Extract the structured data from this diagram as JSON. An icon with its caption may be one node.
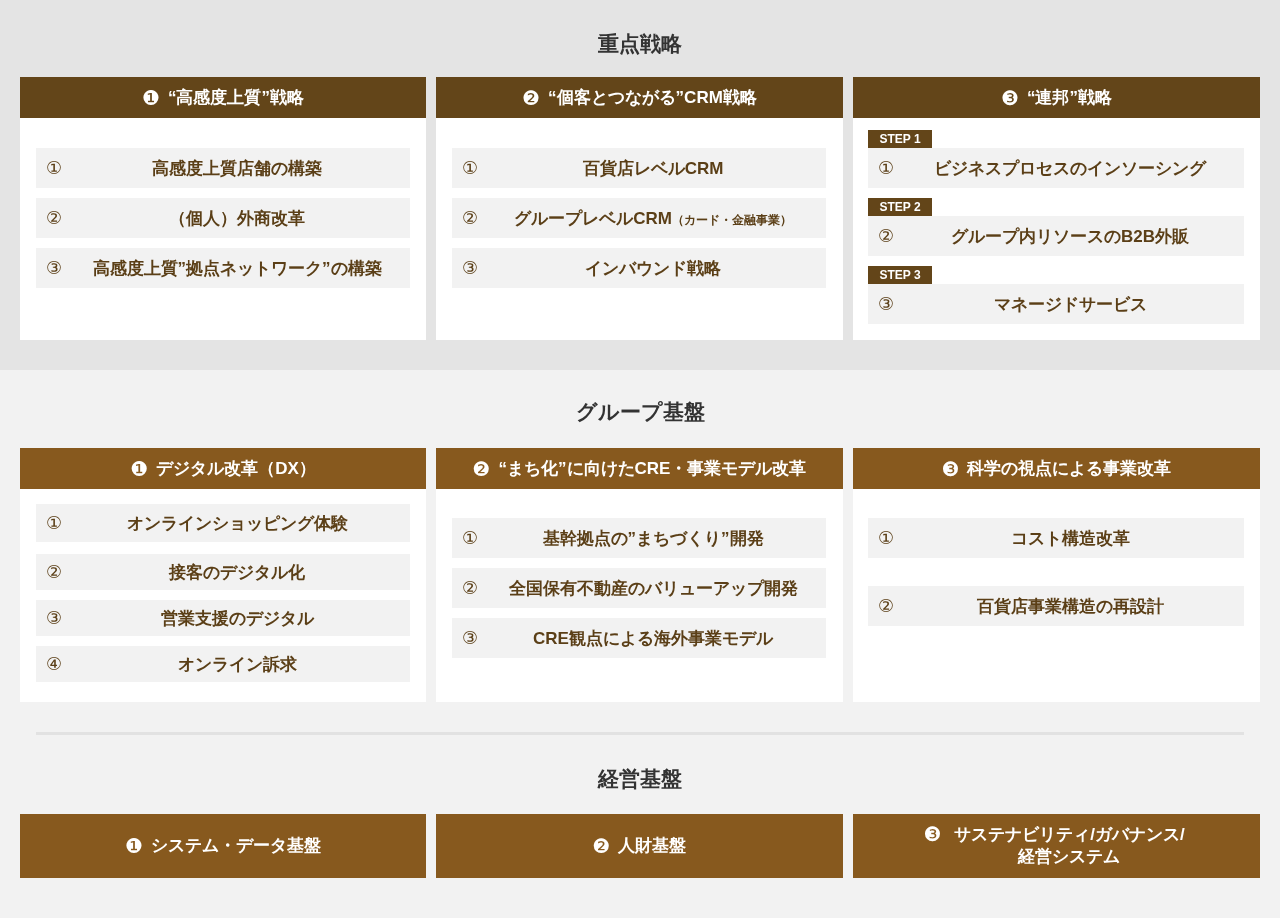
{
  "diagram": {
    "nodes": [
      {
        "text": [
          "重点戦略"
        ]
      },
      {
        "text": [
          "❶",
          "“高感度上質”戦略"
        ],
        "in": 0
      },
      {
        "text": [
          "①",
          "高感度上質店舗の構築"
        ],
        "in": 1
      },
      {
        "text": [
          "②",
          "（個人）外商改革"
        ],
        "in": 1
      },
      {
        "text": [
          "③",
          "高感度上質”拠点ネットワーク”の構築"
        ],
        "in": 1
      },
      {
        "text": [
          "❷",
          "“個客とつながる”CRM戦略"
        ],
        "in": 0
      },
      {
        "text": [
          "①",
          "百貨店レベルCRM"
        ],
        "in": 5
      },
      {
        "text": [
          "②",
          "グループレベルCRM",
          "（カード・金融事業）"
        ],
        "in": 5
      },
      {
        "text": [
          "③",
          "インバウンド戦略"
        ],
        "in": 5
      },
      {
        "text": [
          "❸",
          "“連邦”戦略"
        ],
        "in": 0
      },
      {
        "text": [
          "STEP 1"
        ],
        "in": 9
      },
      {
        "text": [
          "①",
          "ビジネスプロセスのインソーシング"
        ],
        "in": 9
      },
      {
        "text": [
          "STEP 2"
        ],
        "in": 9
      },
      {
        "text": [
          "②",
          "グループ内リソースのB2B外販"
        ],
        "in": 9
      },
      {
        "text": [
          "STEP 3"
        ],
        "in": 9
      },
      {
        "text": [
          "③",
          "マネージドサービス"
        ],
        "in": 9
      },
      {
        "text": [
          "❶",
          "デジタル改革（DX）"
        ]
      },
      {
        "text": [
          "①",
          "オンラインショッピング体験"
        ],
        "in": 16
      },
      {
        "text": [
          "②",
          "接客のデジタル化"
        ],
        "in": 16
      },
      {
        "text": [
          "③",
          "営業支援のデジタル"
        ],
        "in": 16
      },
      {
        "text": [
          "④",
          "オンライン訴求"
        ],
        "in": 16
      },
      {
        "text": [
          "❷",
          "“まち化”に向けたCRE・事業モデル改革"
        ]
      },
      {
        "text": [
          "①",
          "基幹拠点の”まちづくり”開発"
        ],
        "in": 21
      },
      {
        "text": [
          "②",
          "全国保有不動産のバリューアップ開発"
        ],
        "in": 21
      },
      {
        "text": [
          "③",
          "CRE観点による海外事業モデル"
        ],
        "in": 21
      },
      {
        "text": [
          "❸",
          "科学の視点による事業改革"
        ]
      },
      {
        "text": [
          "①",
          "コスト構造改革"
        ],
        "in": 25
      },
      {
        "text": [
          "②",
          "百貨店事業構造の再設計"
        ],
        "in": 25
      },
      {
        "text": [
          "❶",
          "システム・データ基盤"
        ]
      },
      {
        "text": [
          "❷",
          "人財基盤"
        ]
      },
      {
        "text": [
          "❸",
          "サステナビリティ/ガバナンス/経営システム"
        ]
      }
    ],
    "labels": [
      "グループ基盤",
      "経営基盤"
    ]
  }
}
